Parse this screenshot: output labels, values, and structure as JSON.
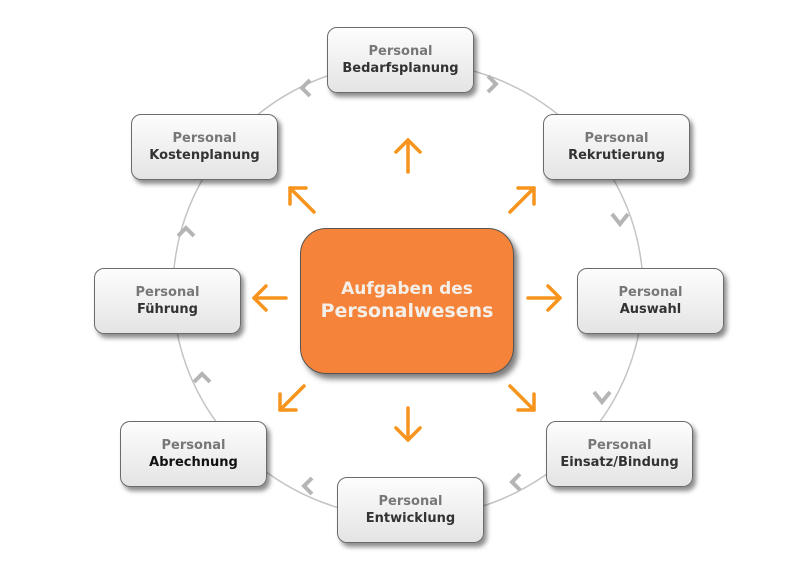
{
  "center": {
    "line1": "Aufgaben des",
    "line2": "Personalwesens"
  },
  "boxes": [
    {
      "line1": "Personal",
      "line2": "Bedarfsplanung"
    },
    {
      "line1": "Personal",
      "line2": "Rekrutierung"
    },
    {
      "line1": "Personal",
      "line2": "Auswahl"
    },
    {
      "line1": "Personal",
      "line2": "Einsatz/Bindung"
    },
    {
      "line1": "Personal",
      "line2": "Entwicklung"
    },
    {
      "line1": "Personal",
      "line2": "Abrechnung"
    },
    {
      "line1": "Personal",
      "line2": "Führung"
    },
    {
      "line1": "Personal",
      "line2": "Kostenplanung"
    }
  ],
  "colors": {
    "accent": "#f5843a",
    "arrow": "#f7941d",
    "cycle": "#bbbbbb"
  }
}
